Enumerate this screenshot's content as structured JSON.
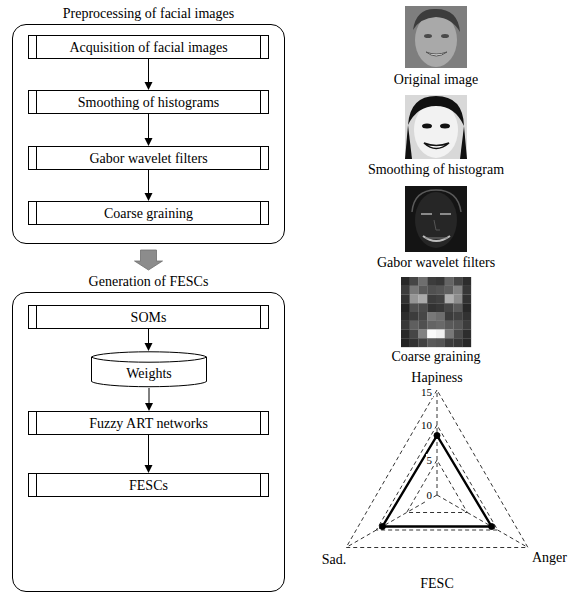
{
  "diagram": {
    "nodes": [
      {
        "text": [
          "Preprocessing of facial images"
        ]
      },
      {
        "text": [
          "Acquisition of facial images"
        ],
        "in": 0
      },
      {
        "text": [
          "Smoothing of histograms"
        ],
        "in": 0
      },
      {
        "text": [
          "Gabor wavelet filters"
        ],
        "in": 0
      },
      {
        "text": [
          "Coarse graining"
        ],
        "in": 0
      },
      {
        "text": [
          "Generation of FESCs"
        ]
      },
      {
        "text": [
          "SOMs"
        ],
        "in": 5
      },
      {
        "text": [
          "Weights"
        ],
        "in": 5
      },
      {
        "text": [
          "Fuzzy ART networks"
        ],
        "in": 5
      },
      {
        "text": [
          "FESCs"
        ],
        "in": 5
      }
    ],
    "edges": [
      {
        "from": 1,
        "to": 2,
        "arrow": "to"
      },
      {
        "from": 2,
        "to": 3,
        "arrow": "to"
      },
      {
        "from": 3,
        "to": 4,
        "arrow": "to"
      },
      {
        "from": 0,
        "to": 5,
        "arrow": "to"
      },
      {
        "from": 6,
        "to": 7,
        "arrow": "to"
      },
      {
        "from": 7,
        "to": 8,
        "arrow": "to"
      },
      {
        "from": 8,
        "to": 9,
        "arrow": "to"
      }
    ],
    "labels": [
      "Original image",
      "Smoothing of histogram",
      "Gabor wavelet filters",
      "Coarse graining",
      "Hapiness",
      "15",
      "10",
      "5",
      "0",
      "Sad.",
      "Anger",
      "FESC"
    ]
  }
}
